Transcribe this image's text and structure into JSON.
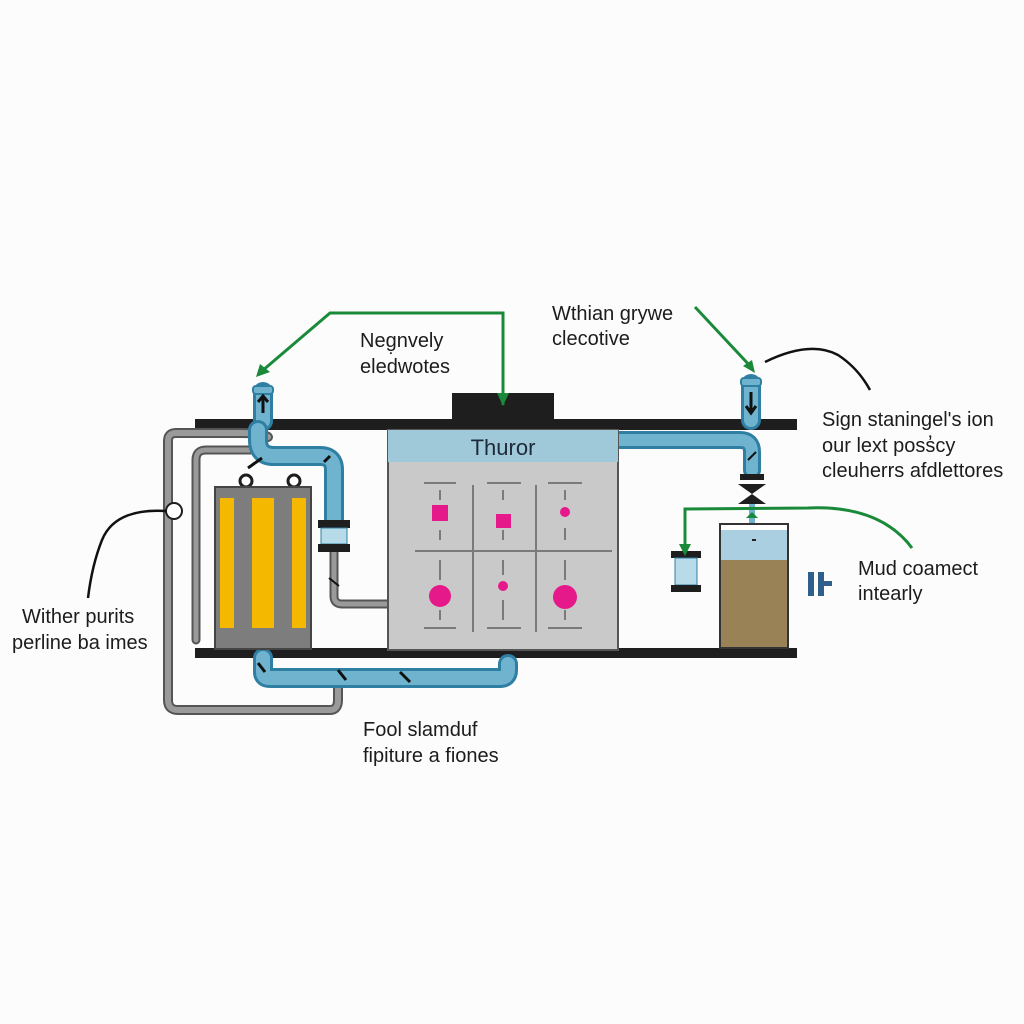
{
  "labels": {
    "top_center_line1": "Neg̣nvely",
    "top_center_line2": "eledwotes",
    "top_right_line1": "Wthian grywe",
    "top_right_line2": "clecotive",
    "right_upper_line1": "Sign staningel's ion",
    "right_upper_line2": "our lext poss̓cy",
    "right_upper_line3": "cleuherrs afdlettores",
    "right_lower_line1": "Mud coamect",
    "right_lower_line2": "intearly",
    "left_line1": "Wither purits",
    "left_line2": "perline ba imes",
    "bottom_line1": "Fool slamduf",
    "bottom_line2": "fipiture a fiones",
    "tank_title": "Thuror"
  },
  "colors": {
    "pipe_blue": "#6fb3cf",
    "pipe_blue_outline": "#2f7fa3",
    "pipe_gray": "#8c8c8c",
    "arrow_green": "#1a8a3a",
    "filter_yellow": "#f5b800",
    "filter_gray": "#7d7d7d",
    "tank_gray": "#c9c9c9",
    "tank_header": "#9fc9d8",
    "magenta": "#e6198a",
    "mud_brown": "#9a8257",
    "water_blue": "#a9cfe0",
    "frame_black": "#1e1e1e"
  },
  "icons": [
    "up-arrow-icon",
    "down-arrow-icon",
    "valve-icon",
    "plug-icon",
    "junction-node-icon"
  ]
}
